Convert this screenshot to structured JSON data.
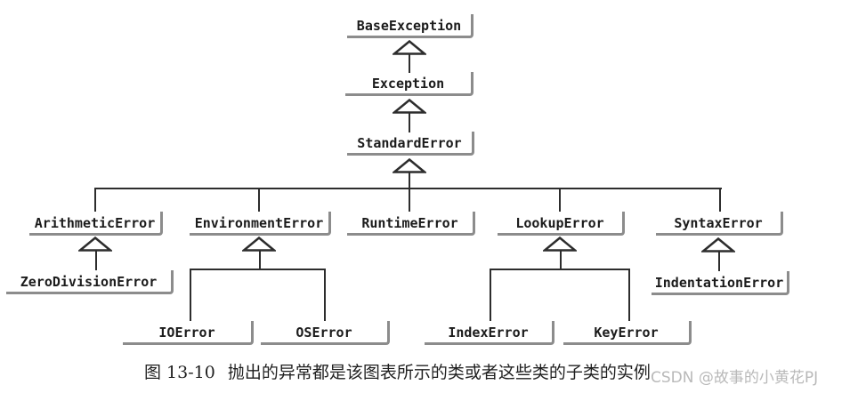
{
  "diagram": {
    "nodes": {
      "base_exception": "BaseException",
      "exception": "Exception",
      "standard_error": "StandardError",
      "arithmetic_error": "ArithmeticError",
      "environment_error": "EnvironmentError",
      "runtime_error": "RuntimeError",
      "lookup_error": "LookupError",
      "syntax_error": "SyntaxError",
      "zero_division_error": "ZeroDivisionError",
      "io_error": "IOError",
      "os_error": "OSError",
      "index_error": "IndexError",
      "key_error": "KeyError",
      "indentation_error": "IndentationError"
    },
    "edges": [
      {
        "child": "Exception",
        "parent": "BaseException"
      },
      {
        "child": "StandardError",
        "parent": "Exception"
      },
      {
        "child": "ArithmeticError",
        "parent": "StandardError"
      },
      {
        "child": "EnvironmentError",
        "parent": "StandardError"
      },
      {
        "child": "RuntimeError",
        "parent": "StandardError"
      },
      {
        "child": "LookupError",
        "parent": "StandardError"
      },
      {
        "child": "SyntaxError",
        "parent": "StandardError"
      },
      {
        "child": "ZeroDivisionError",
        "parent": "ArithmeticError"
      },
      {
        "child": "IOError",
        "parent": "EnvironmentError"
      },
      {
        "child": "OSError",
        "parent": "EnvironmentError"
      },
      {
        "child": "IndexError",
        "parent": "LookupError"
      },
      {
        "child": "KeyError",
        "parent": "LookupError"
      },
      {
        "child": "IndentationError",
        "parent": "SyntaxError"
      }
    ],
    "caption": {
      "figure_label": "图 13-10",
      "text": "抛出的异常都是该图表所示的类或者这些类的子类的实例"
    },
    "watermark": "CSDN @故事的小黄花PJ",
    "colors": {
      "line": "#2d2d2d",
      "box_border": "#8c8c8c",
      "text": "#1b1b1b",
      "watermark": "#b9b9b9",
      "background": "#ffffff"
    }
  }
}
